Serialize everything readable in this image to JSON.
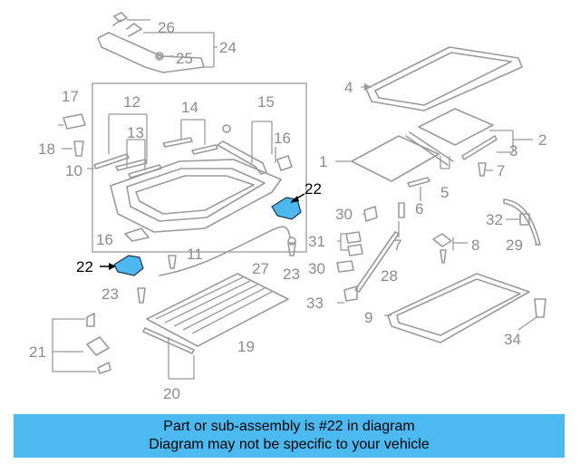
{
  "diagram": {
    "callouts": [
      "1",
      "2",
      "3",
      "4",
      "5",
      "6",
      "7",
      "8",
      "9",
      "10",
      "11",
      "12",
      "13",
      "14",
      "15",
      "16",
      "16",
      "17",
      "18",
      "19",
      "20",
      "21",
      "22",
      "22",
      "23",
      "23",
      "24",
      "25",
      "26",
      "27",
      "28",
      "29",
      "30",
      "30",
      "31",
      "32",
      "33",
      "34"
    ],
    "highlighted_part": "22",
    "colors": {
      "highlight_fill": "#4db8ee",
      "line": "#9a9a9a",
      "banner": "#4cb9f1"
    }
  },
  "banner": {
    "line1": "Part or sub-assembly is #22 in diagram",
    "line2": "Diagram may not be specific to your vehicle"
  }
}
